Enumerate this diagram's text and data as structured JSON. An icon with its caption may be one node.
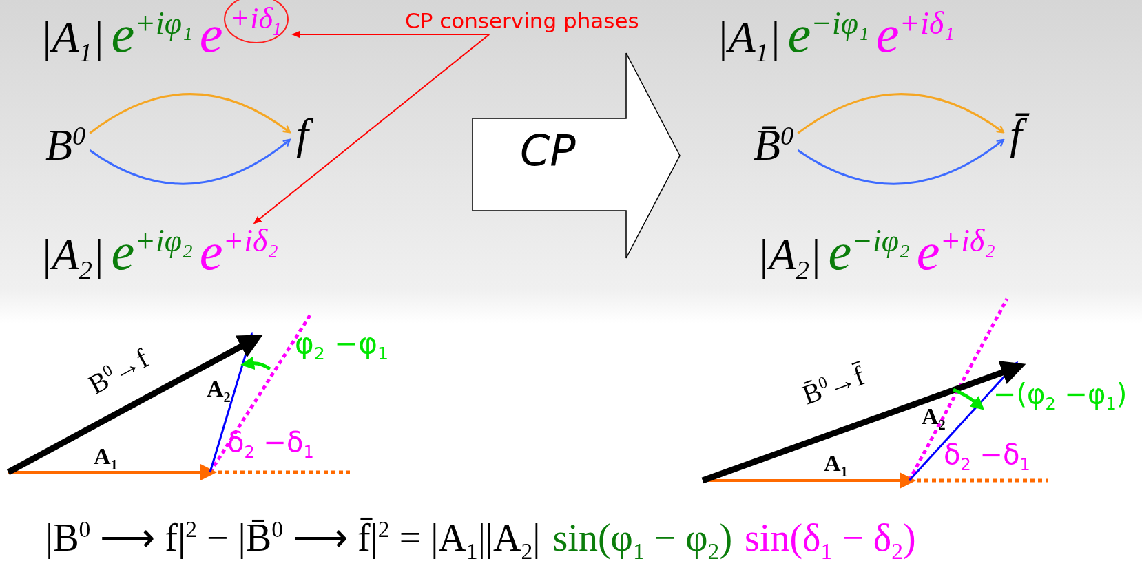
{
  "diagram": {
    "nodes": [
      {
        "text": [
          "|A$_{1}$|",
          "e$^{+iφ₁}$",
          "e"
        ]
      },
      {
        "text": [
          "+iδ$_{1}$"
        ],
        "in": 0
      },
      {
        "text": [
          "B$^{0}$"
        ]
      },
      {
        "text": [
          "f"
        ]
      },
      {
        "text": [
          "|A$_{2}$|",
          "e$^{+iφ₂}$",
          "e$^{+iδ₂}$"
        ]
      },
      {
        "text": [
          "CP conserving phases"
        ]
      },
      {
        "text": [
          "CP"
        ]
      },
      {
        "text": [
          "|A$_{1}$|",
          "e$^{−iφ₁}$",
          "e$^{+iδ₁}$"
        ]
      },
      {
        "text": [
          "B̄$^{0}$"
        ]
      },
      {
        "text": [
          "f̄"
        ]
      },
      {
        "text": [
          "|A$_{2}$|",
          "e$^{−iφ₂}$",
          "e$^{+iδ₂}$"
        ]
      }
    ],
    "edges": [
      {
        "from": 2,
        "to": 3,
        "arrow": "to",
        "color": "#f5a623"
      },
      {
        "from": 2,
        "to": 3,
        "arrow": "to",
        "color": "#3d6bff"
      },
      {
        "from": 8,
        "to": 9,
        "arrow": "to",
        "color": "#f5a623"
      },
      {
        "from": 8,
        "to": 9,
        "arrow": "to",
        "color": "#3d6bff"
      },
      {
        "from": 5,
        "to": 1,
        "arrow": "to",
        "color": "#ff0000"
      },
      {
        "from": 5,
        "to": 4,
        "arrow": "to",
        "color": "#ff0000"
      }
    ],
    "labels": [
      "φ$_{2}$ −φ$_{1}$",
      "B$^{0}$→f",
      "A$_{2}$",
      "δ$_{2}$ −δ$_{1}$",
      "A$_{1}$",
      "B̄$^{0}$→f̄",
      "−(φ$_{2}$ −φ$_{1}$)",
      "A$_{2}$",
      "δ$_{2}$ −δ$_{1}$",
      "A$_{1}$",
      "|B$^{0}$ ⟶ f|$^{2}$ − |B̄$^{0}$ ⟶ f̄|$^{2}$ = |A$_{1}$||A$_{2}$|",
      "sin(φ$_{1}$ − φ$_{2}$)",
      "sin(δ$_{1}$ − δ$_{2}$)"
    ]
  }
}
